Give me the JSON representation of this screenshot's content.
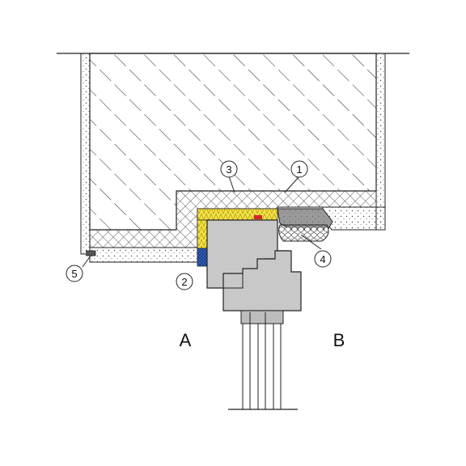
{
  "diagram": {
    "callouts": [
      {
        "id": "callout-1",
        "label": "1"
      },
      {
        "id": "callout-2",
        "label": "2"
      },
      {
        "id": "callout-3",
        "label": "3"
      },
      {
        "id": "callout-4",
        "label": "4"
      },
      {
        "id": "callout-5",
        "label": "5"
      }
    ],
    "side_labels": {
      "left": "A",
      "right": "B"
    },
    "colors": {
      "line": "#222222",
      "frame_grey": "#c8c8c8",
      "seal_yellow": "#f3e24a",
      "seal_blue": "#2f5fb6",
      "seal_red": "#d8232a",
      "lining_grey": "#9a9a9a"
    }
  }
}
